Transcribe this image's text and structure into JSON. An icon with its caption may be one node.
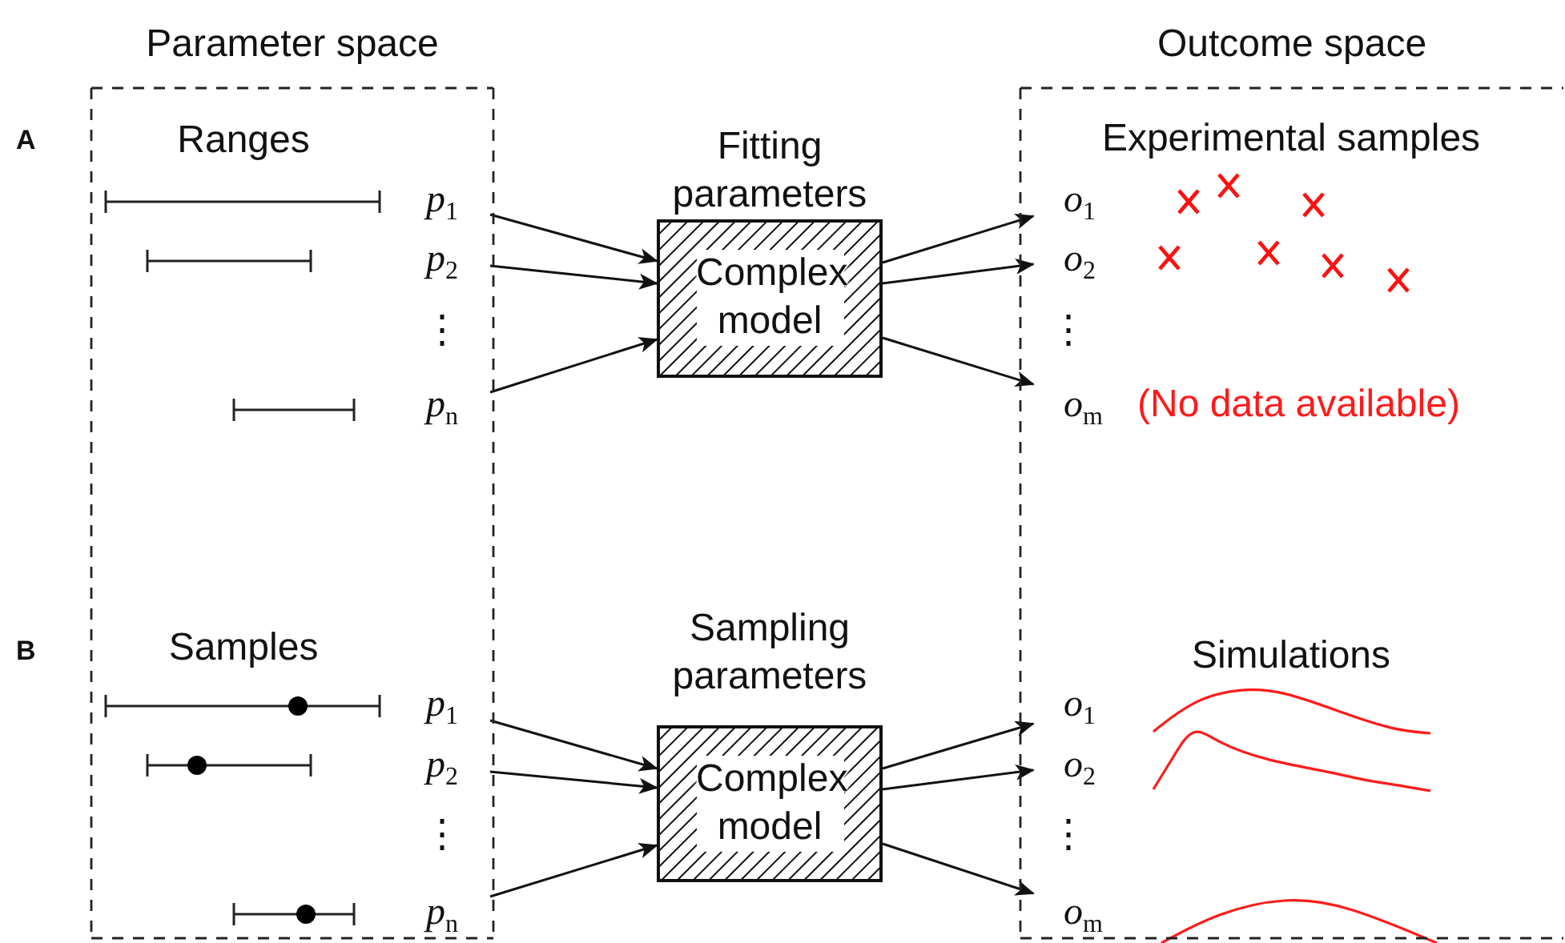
{
  "diagram": {
    "nodes": [
      {
        "text": [
          "Parameter space"
        ]
      },
      {
        "text": [
          "p$_{1}$"
        ],
        "in": 0
      },
      {
        "text": [
          "p$_{2}$"
        ],
        "in": 0
      },
      {
        "text": [
          "p$_{n}$"
        ],
        "in": 0
      },
      {
        "text": [
          "Fitting parameters",
          "Complex model"
        ]
      },
      {
        "text": [
          "Outcome space"
        ]
      },
      {
        "text": [
          "o$_{1}$"
        ],
        "in": 5
      },
      {
        "text": [
          "o$_{2}$"
        ],
        "in": 5
      },
      {
        "text": [
          "o$_{m}$"
        ],
        "in": 5
      },
      {
        "text": [
          "p$_{1}$"
        ],
        "in": 0
      },
      {
        "text": [
          "p$_{2}$"
        ],
        "in": 0
      },
      {
        "text": [
          "p$_{n}$"
        ],
        "in": 0
      },
      {
        "text": [
          "Sampling parameters",
          "Complex model"
        ]
      },
      {
        "text": [
          "o$_{1}$"
        ],
        "in": 5
      },
      {
        "text": [
          "o$_{2}$"
        ],
        "in": 5
      },
      {
        "text": [
          "o$_{m}$"
        ],
        "in": 5
      }
    ],
    "edges": [
      {
        "from": 1,
        "to": 4,
        "arrow": "to"
      },
      {
        "from": 2,
        "to": 4,
        "arrow": "to"
      },
      {
        "from": 3,
        "to": 4,
        "arrow": "to"
      },
      {
        "from": 4,
        "to": 6,
        "arrow": "to"
      },
      {
        "from": 4,
        "to": 7,
        "arrow": "to"
      },
      {
        "from": 4,
        "to": 8,
        "arrow": "to"
      },
      {
        "from": 9,
        "to": 12,
        "arrow": "to"
      },
      {
        "from": 10,
        "to": 12,
        "arrow": "to"
      },
      {
        "from": 11,
        "to": 12,
        "arrow": "to"
      },
      {
        "from": 12,
        "to": 13,
        "arrow": "to"
      },
      {
        "from": 12,
        "to": 14,
        "arrow": "to"
      },
      {
        "from": 12,
        "to": 15,
        "arrow": "to"
      }
    ],
    "labels": [
      "A",
      "Ranges",
      "⋮",
      "Experimental samples",
      "⋮",
      "(No data available)",
      "B",
      "Samples",
      "⋮",
      "Simulations",
      "⋮"
    ]
  }
}
